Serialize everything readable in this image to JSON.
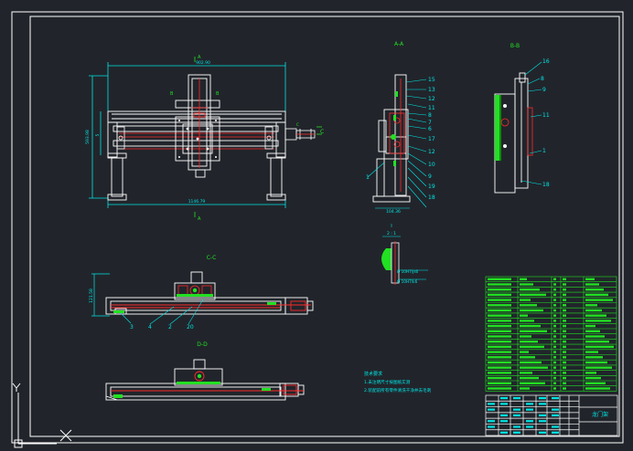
{
  "colors": {
    "background": "#21252b",
    "frame": "#ffffff",
    "part": "#ffffff",
    "dimension": "#00e5e5",
    "section": "#ff2a2a",
    "table": "#22e022",
    "text": "#ffffff"
  },
  "views": {
    "aa_title": "A-A",
    "bb_title": "B-B",
    "cc_title": "C-C",
    "dd_title": "D-D",
    "detail_title": "I",
    "detail_scale": "2 : 1"
  },
  "section_markers": {
    "a_top": "A",
    "a_bottom": "A",
    "b_left": "B",
    "b_right": "B",
    "c_right": "C",
    "c_upper": "C"
  },
  "dimensions": {
    "top_width": "902.90",
    "bottom_width": "1146.79",
    "overall_height": "593.98",
    "left_mid": "5",
    "aa_width": "104.36",
    "cc_height": "121.58",
    "fit1": "Ø 10H7/js6",
    "fit2": "Ø 10H7/k6"
  },
  "balloons": {
    "aa": [
      "15",
      "13",
      "12",
      "11",
      "8",
      "7",
      "6",
      "17",
      "12",
      "10",
      "9",
      "19",
      "18",
      "1"
    ],
    "bb": [
      "16",
      "8",
      "9",
      "11",
      "1",
      "18"
    ],
    "cc": [
      "3",
      "4",
      "2",
      "20"
    ]
  },
  "notes": {
    "heading": "技术要求",
    "line1": "1.未注明尺寸按图纸实测",
    "line2": "2.装配前所有零件清洗干净并去毛刺"
  },
  "title_block": {
    "drawing_title": "龙门架"
  },
  "icons": {
    "ucs": "ucs-axis-icon",
    "crosshair": "crosshair-icon"
  }
}
